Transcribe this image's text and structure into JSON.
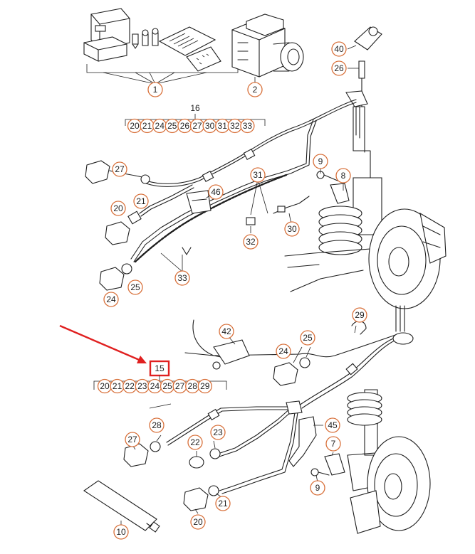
{
  "diagram": {
    "highlight_color": "#e02020",
    "callout_color": "#d8703a",
    "top_group": {
      "assembly_label": "16",
      "sub_labels": [
        "20",
        "21",
        "24",
        "25",
        "26",
        "27",
        "30",
        "31",
        "32",
        "33"
      ]
    },
    "bottom_group": {
      "assembly_label": "15",
      "sub_labels": [
        "20",
        "21",
        "22",
        "23",
        "24",
        "25",
        "27",
        "28",
        "29"
      ]
    },
    "callouts": {
      "c1": "1",
      "c2": "2",
      "c40": "40",
      "c26": "26",
      "c9a": "9",
      "c8": "8",
      "c27a": "27",
      "c31": "31",
      "c46": "46",
      "c20a": "20",
      "c21a": "21",
      "c30": "30",
      "c32": "32",
      "c24a": "24",
      "c25a": "25",
      "c33": "33",
      "c29": "29",
      "c42": "42",
      "c24b": "24",
      "c25b": "25",
      "c27b": "27",
      "c28": "28",
      "c23": "23",
      "c45": "45",
      "c22": "22",
      "c7": "7",
      "c9b": "9",
      "c21b": "21",
      "c20b": "20",
      "c10": "10"
    }
  }
}
